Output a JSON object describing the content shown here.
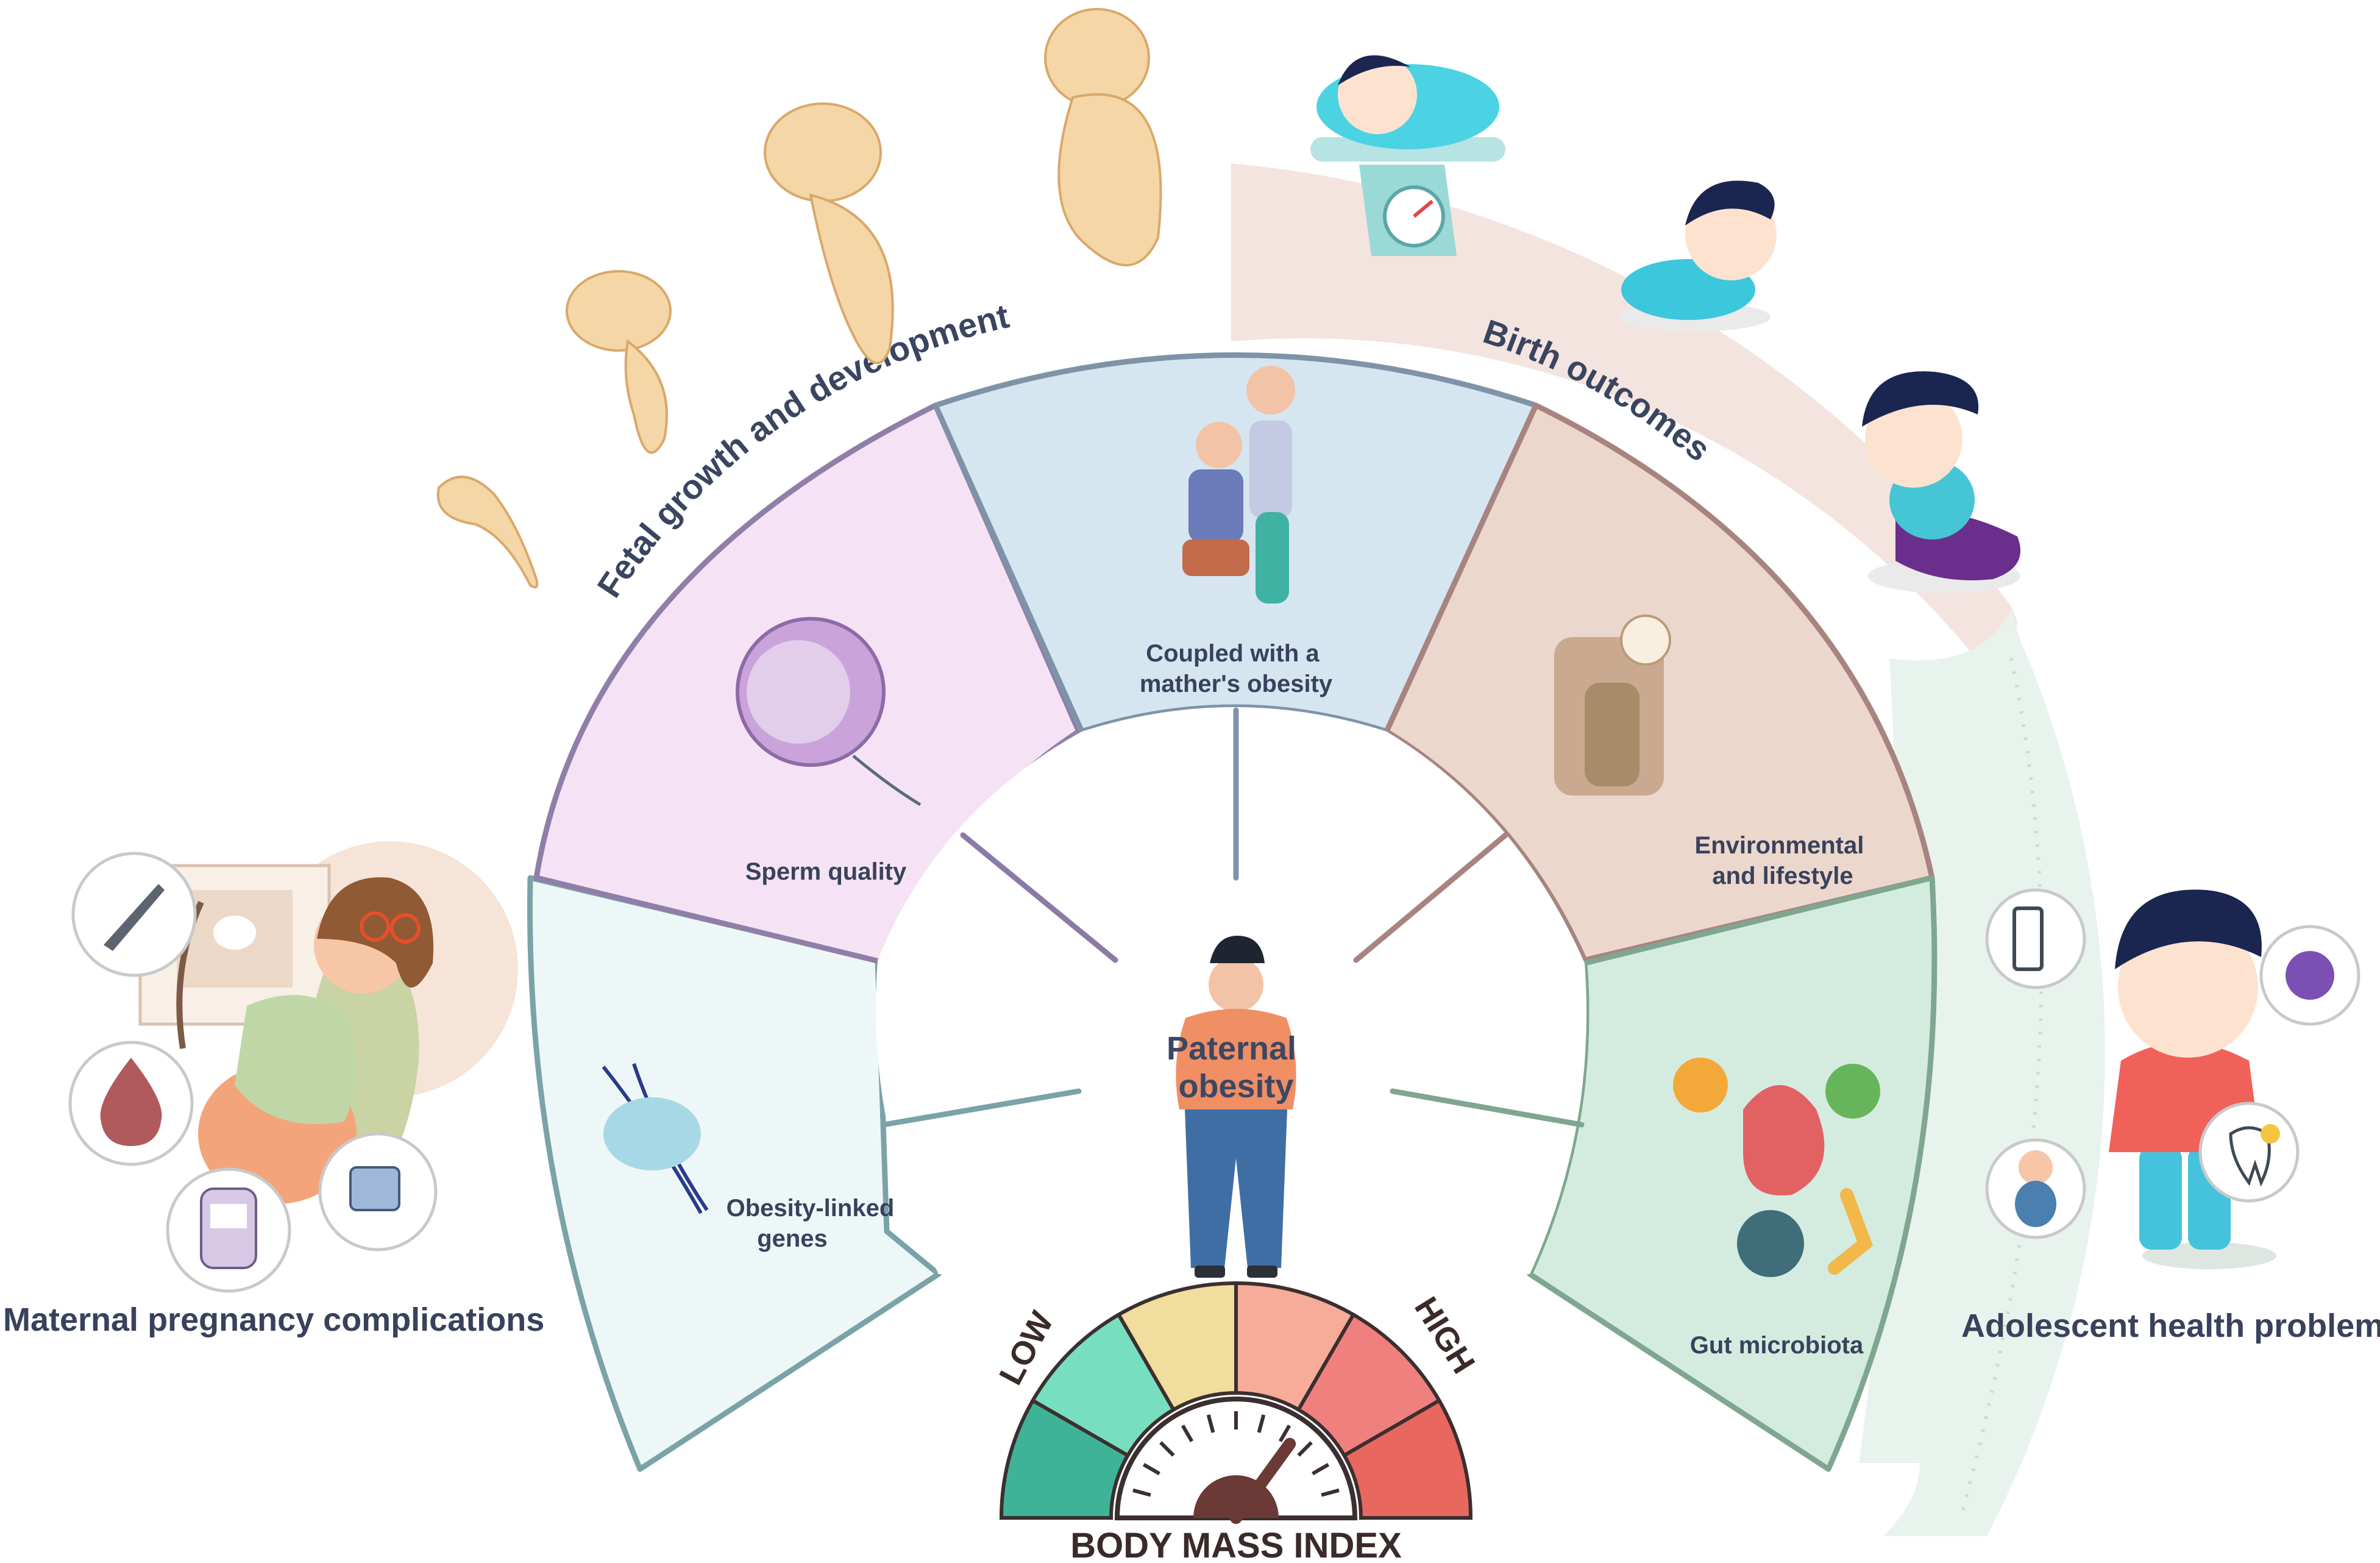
{
  "center": {
    "line1": "Paternal",
    "line2": "obesity"
  },
  "segments": {
    "genes": {
      "line1": "Obesity-linked",
      "line2": "genes"
    },
    "sperm": {
      "line1": "Sperm quality"
    },
    "mother": {
      "line1": "Coupled with a",
      "line2": "mather's obesity"
    },
    "environment": {
      "line1": "Environmental",
      "line2": "and lifestyle"
    },
    "gut": {
      "line1": "Gut microbiota"
    }
  },
  "arcs": {
    "fetal": "Fetal growth and development",
    "birth": "Birth outcomes"
  },
  "outcomes": {
    "maternal": "Maternal pregnancy complications",
    "adolescent": "Adolescent health problem"
  },
  "gauge": {
    "low": "LOW",
    "high": "HIGH",
    "title": "BODY MASS INDEX",
    "colors": [
      "#3fb398",
      "#77dfc0",
      "#f1dd9e",
      "#f6ac98",
      "#f0807e",
      "#e8685f"
    ],
    "needle_level": 0.7
  },
  "colors": {
    "genes": "#eef7f8",
    "sperm": "#f5e3f5",
    "mother": "#d5e6f1",
    "environment": "#ecd7cd",
    "gut": "#d4ecdf"
  }
}
